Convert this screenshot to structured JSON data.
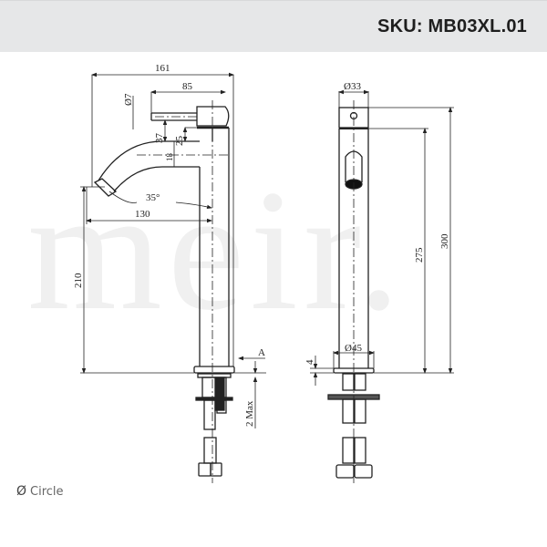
{
  "header": {
    "sku_label": "SKU: MB03XL.01",
    "background": "#e6e7e8"
  },
  "watermark": {
    "text": "meir."
  },
  "side_view": {
    "dimensions": {
      "overall_width": "161",
      "handle_length": "85",
      "handle_diameter": "Ø7",
      "handle_to_spout": "37",
      "body_cap_to_spout": "25",
      "spout_diameter": "18",
      "spout_angle": "35°",
      "spout_reach": "130",
      "spout_height": "210",
      "max_thickness": "2 Max",
      "section_mark": "A"
    }
  },
  "front_view": {
    "dimensions": {
      "top_diameter": "Ø33",
      "base_diameter": "Ø45",
      "base_height": "4",
      "body_height": "275",
      "overall_height": "300"
    }
  },
  "legend": {
    "symbol": "Ø",
    "label": "Circle"
  }
}
